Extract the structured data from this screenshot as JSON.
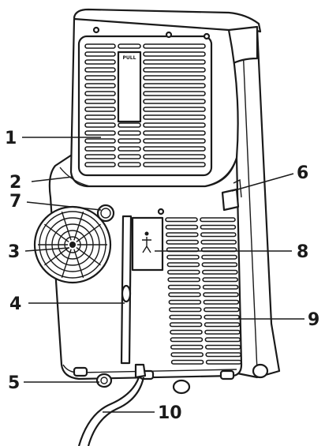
{
  "callouts": [
    {
      "label": "1",
      "part": "upper-grille"
    },
    {
      "label": "2",
      "part": "rear-panel"
    },
    {
      "label": "3",
      "part": "exhaust-fan"
    },
    {
      "label": "4",
      "part": "filter-slot"
    },
    {
      "label": "5",
      "part": "caster-wheel"
    },
    {
      "label": "6",
      "part": "handle"
    },
    {
      "label": "7",
      "part": "drain-cap"
    },
    {
      "label": "8",
      "part": "rating-label"
    },
    {
      "label": "9",
      "part": "lower-grille"
    },
    {
      "label": "10",
      "part": "power-cord"
    }
  ],
  "filter_tab_text": "PULL",
  "colors": {
    "ink": "#1a1a1a",
    "paper": "#ffffff"
  }
}
